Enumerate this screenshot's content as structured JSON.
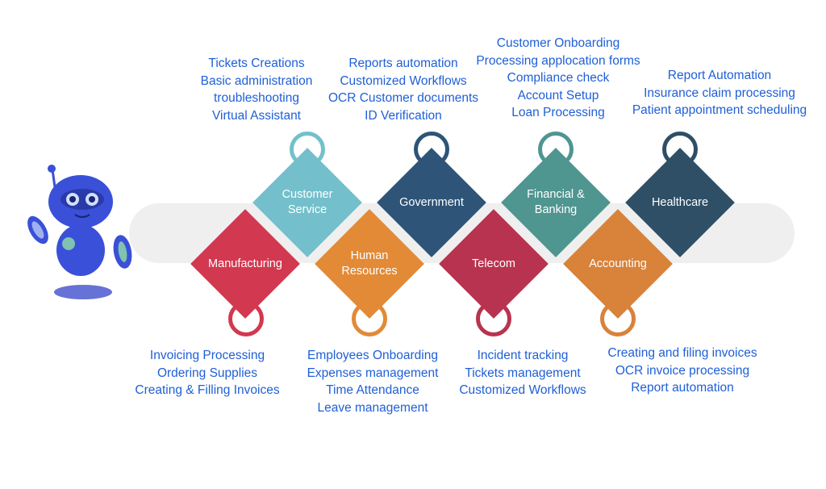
{
  "industries": [
    {
      "id": "manufacturing",
      "label": "Manufacturing",
      "color": "#d2384f",
      "tasks": [
        "Invoicing Processing",
        "Ordering Supplies",
        "Creating & Filling Invoices"
      ]
    },
    {
      "id": "customer-service",
      "label": "Customer Service",
      "color": "#73c0cc",
      "tasks": [
        "Tickets Creations",
        "Basic administration",
        "troubleshooting",
        "Virtual Assistant"
      ]
    },
    {
      "id": "human-resources",
      "label": "Human Resources",
      "color": "#e28a36",
      "tasks": [
        "Employees Onboarding",
        "Expenses management",
        "Time Attendance",
        "Leave management"
      ]
    },
    {
      "id": "government",
      "label": "Government",
      "color": "#2e5478",
      "tasks": [
        "Reports automation",
        "Customized Workflows",
        "OCR Customer documents",
        "ID Verification"
      ]
    },
    {
      "id": "telecom",
      "label": "Telecom",
      "color": "#b8334f",
      "tasks": [
        "Incident tracking",
        "Tickets management",
        "Customized Workflows"
      ]
    },
    {
      "id": "financial-banking",
      "label": "Financial & Banking",
      "color": "#4f9590",
      "tasks": [
        "Customer Onboarding",
        "Processing applocation forms",
        "Compliance check",
        "Account Setup",
        "Loan Processing"
      ]
    },
    {
      "id": "accounting",
      "label": "Accounting",
      "color": "#d8823a",
      "tasks": [
        "Creating and filing invoices",
        "OCR invoice processing",
        "Report automation"
      ]
    },
    {
      "id": "healthcare",
      "label": "Healthcare",
      "color": "#2e4f66",
      "tasks": [
        "Report Automation",
        "Insurance claim processing",
        "Patient appointment scheduling"
      ]
    }
  ],
  "text_color": "#1f5fd6",
  "robot_icon": "robot-icon"
}
